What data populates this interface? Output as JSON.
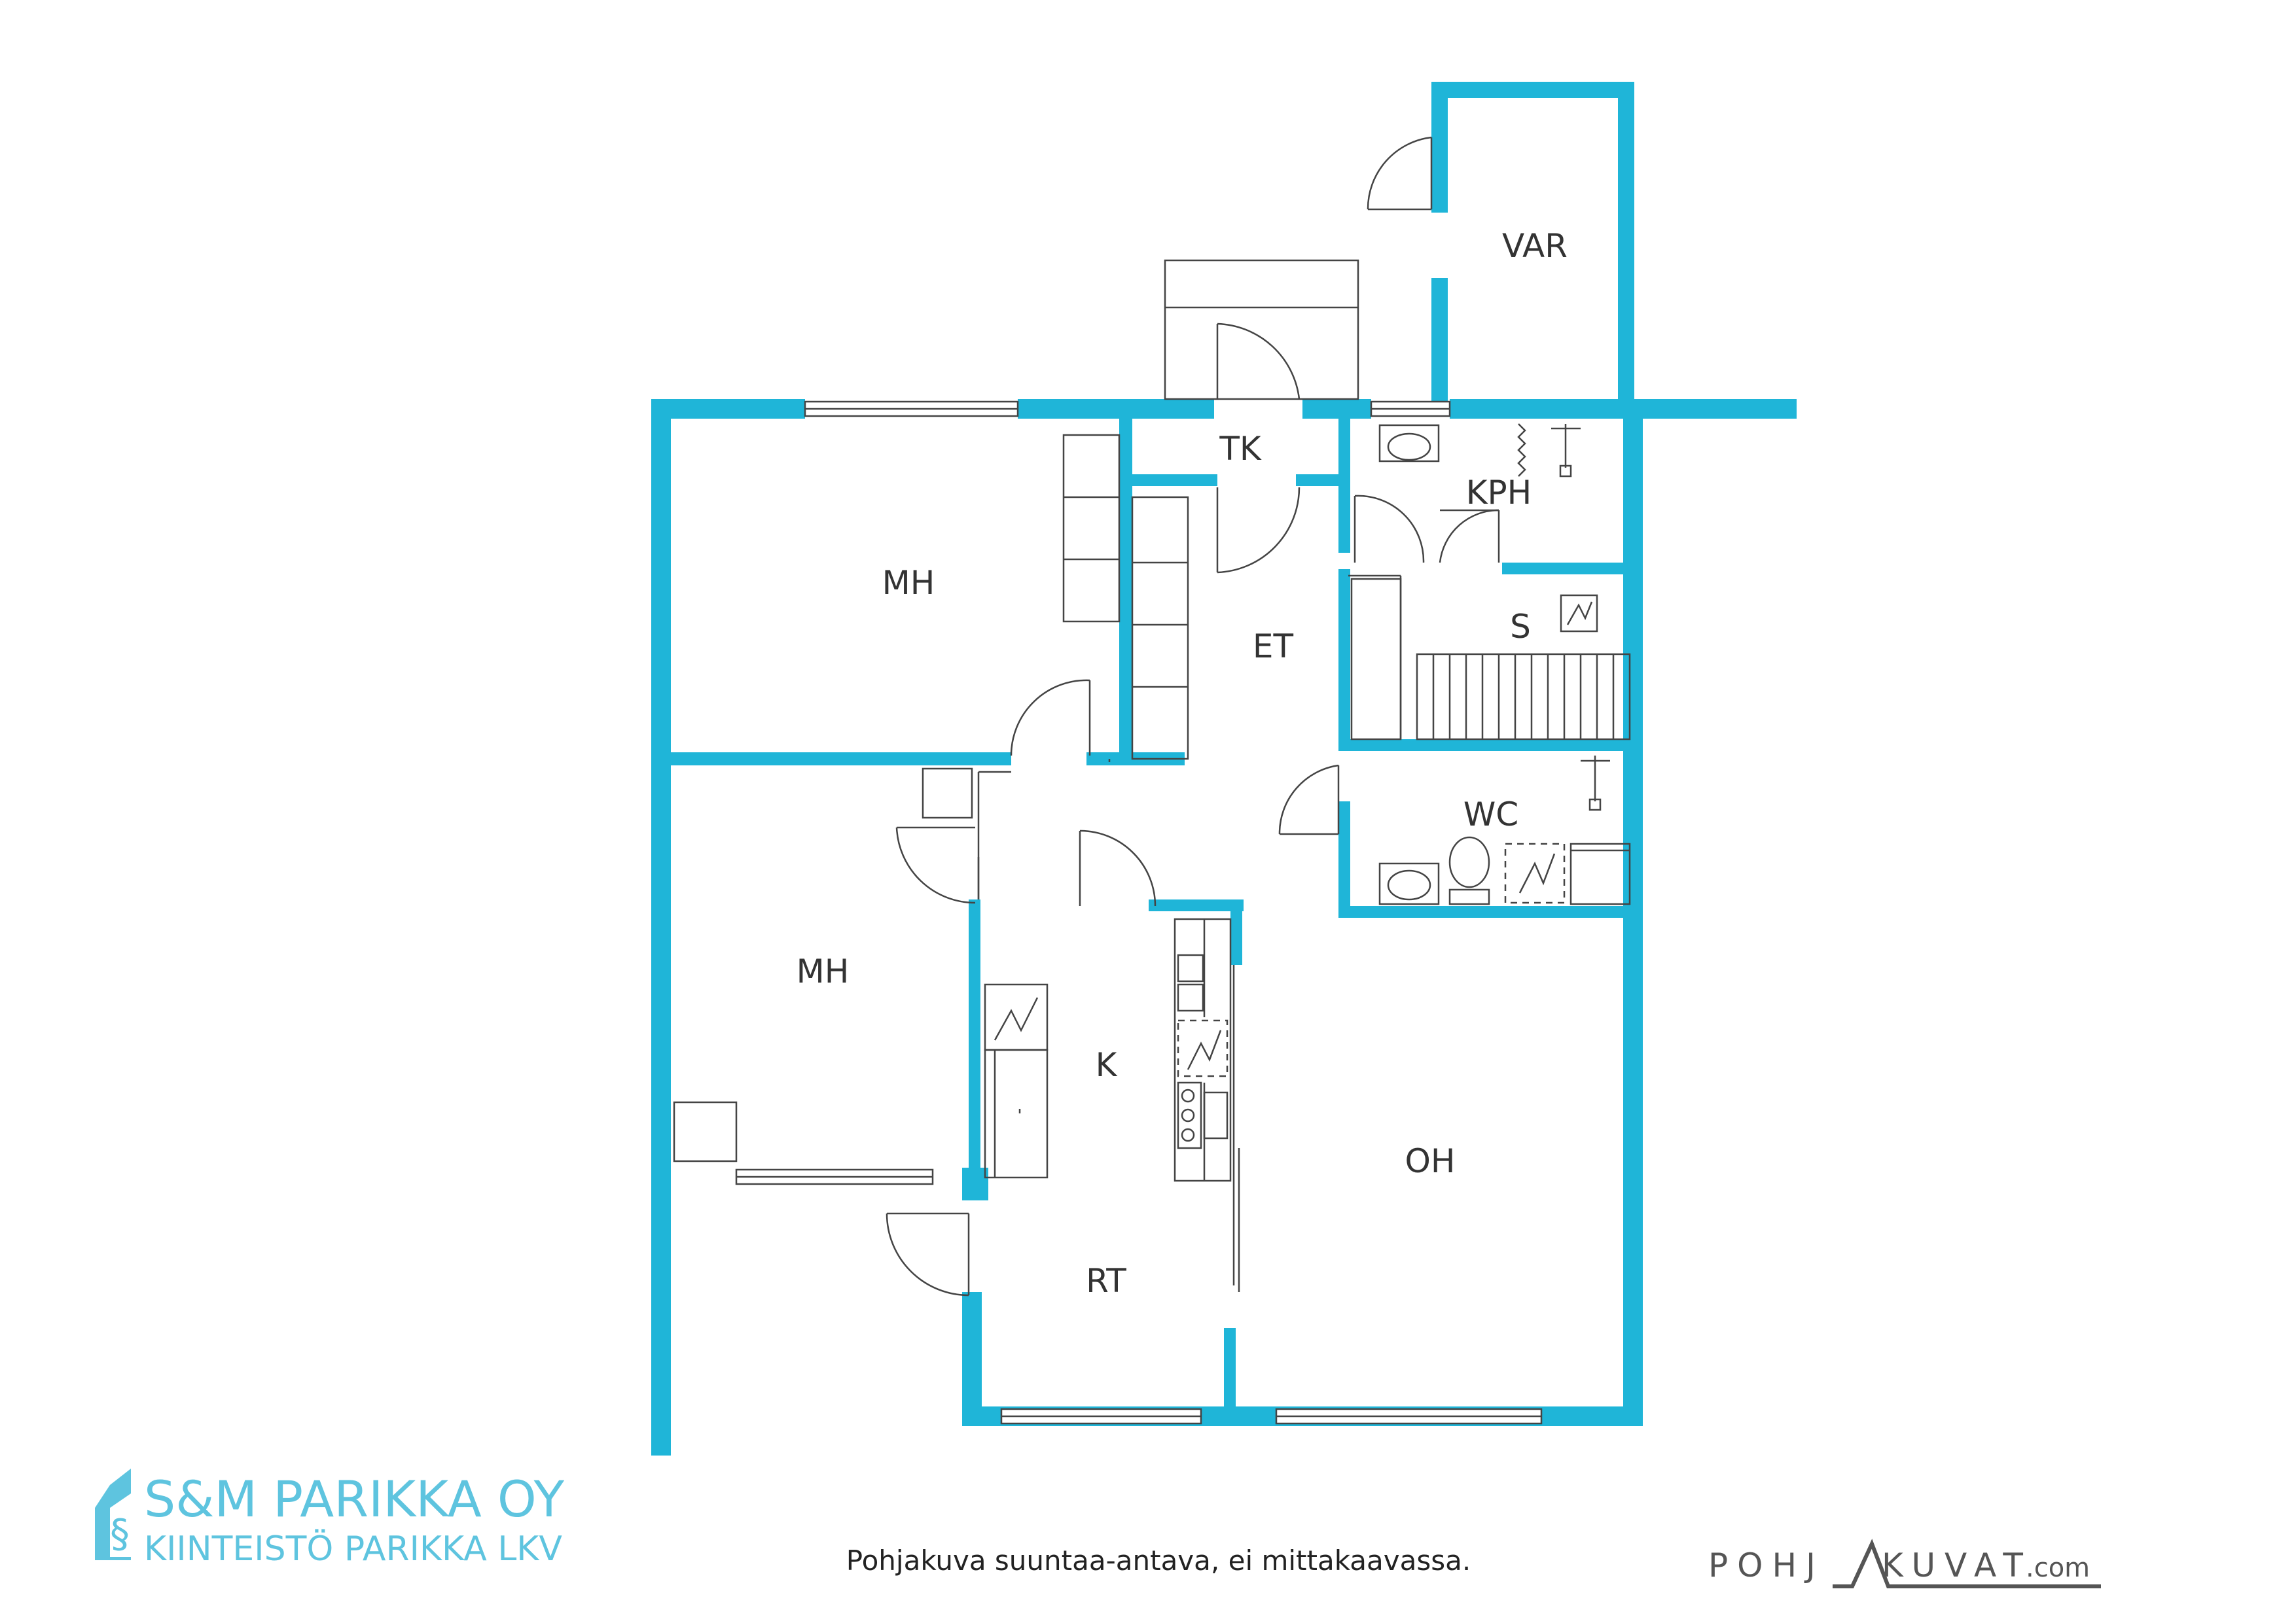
{
  "rooms": {
    "var": "VAR",
    "tk": "TK",
    "kph": "KPH",
    "mh_top": "MH",
    "et": "ET",
    "s": "S",
    "wc": "WC",
    "mh_bottom": "MH",
    "k": "K",
    "oh": "OH",
    "rt": "RT"
  },
  "logo": {
    "line1": "S&M PARIKKA OY",
    "line2": "KIINTEISTÖ PARIKKA LKV"
  },
  "caption": "Pohjakuva suuntaa-antava, ei mittakaavassa.",
  "brand": {
    "left": "POHJ",
    "right": "KUVAT",
    "suffix": ".com"
  },
  "colors": {
    "wall": "#1fb5d8",
    "logo": "#5ec4df",
    "line": "#444444"
  }
}
